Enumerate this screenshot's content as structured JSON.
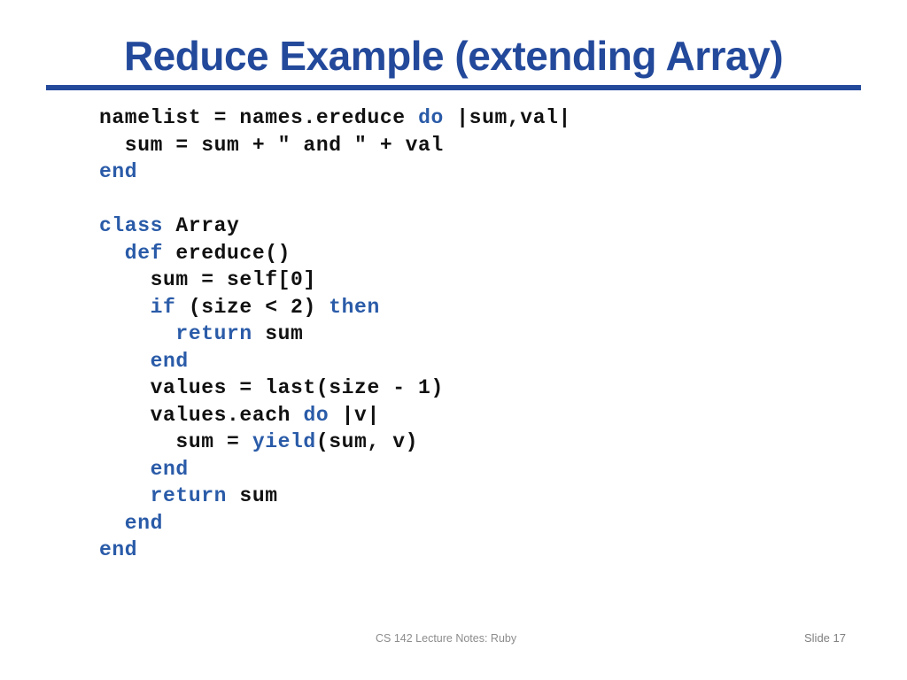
{
  "slide": {
    "title": "Reduce Example (extending Array)",
    "accent_color": "#23499B",
    "keyword_color": "#2A5BA8",
    "code_color": "#111111",
    "background_color": "#ffffff"
  },
  "footer": {
    "left": "CS 142 Lecture Notes: Ruby",
    "right": "Slide 17",
    "color": "#808080"
  },
  "code": {
    "language": "ruby",
    "lines": [
      {
        "indent": 0,
        "tokens": [
          {
            "t": "namelist = names.ereduce ",
            "k": false
          },
          {
            "t": "do",
            "k": true
          },
          {
            "t": " |sum,val|",
            "k": false
          }
        ]
      },
      {
        "indent": 2,
        "tokens": [
          {
            "t": "sum = sum + \" and \" + val",
            "k": false
          }
        ]
      },
      {
        "indent": 0,
        "tokens": [
          {
            "t": "end",
            "k": true
          }
        ]
      },
      {
        "indent": 0,
        "tokens": []
      },
      {
        "indent": 0,
        "tokens": [
          {
            "t": "class",
            "k": true
          },
          {
            "t": " Array",
            "k": false
          }
        ]
      },
      {
        "indent": 2,
        "tokens": [
          {
            "t": "def",
            "k": true
          },
          {
            "t": " ereduce()",
            "k": false
          }
        ]
      },
      {
        "indent": 4,
        "tokens": [
          {
            "t": "sum = self[0]",
            "k": false
          }
        ]
      },
      {
        "indent": 4,
        "tokens": [
          {
            "t": "if",
            "k": true
          },
          {
            "t": " (size < 2) ",
            "k": false
          },
          {
            "t": "then",
            "k": true
          }
        ]
      },
      {
        "indent": 6,
        "tokens": [
          {
            "t": "return",
            "k": true
          },
          {
            "t": " sum",
            "k": false
          }
        ]
      },
      {
        "indent": 4,
        "tokens": [
          {
            "t": "end",
            "k": true
          }
        ]
      },
      {
        "indent": 4,
        "tokens": [
          {
            "t": "values = last(size - 1)",
            "k": false
          }
        ]
      },
      {
        "indent": 4,
        "tokens": [
          {
            "t": "values.each ",
            "k": false
          },
          {
            "t": "do",
            "k": true
          },
          {
            "t": " |v|",
            "k": false
          }
        ]
      },
      {
        "indent": 6,
        "tokens": [
          {
            "t": "sum = ",
            "k": false
          },
          {
            "t": "yield",
            "k": true
          },
          {
            "t": "(sum, v)",
            "k": false
          }
        ]
      },
      {
        "indent": 4,
        "tokens": [
          {
            "t": "end",
            "k": true
          }
        ]
      },
      {
        "indent": 4,
        "tokens": [
          {
            "t": "return",
            "k": true
          },
          {
            "t": " sum",
            "k": false
          }
        ]
      },
      {
        "indent": 2,
        "tokens": [
          {
            "t": "end",
            "k": true
          }
        ]
      },
      {
        "indent": 0,
        "tokens": [
          {
            "t": "end",
            "k": true
          }
        ]
      }
    ]
  }
}
